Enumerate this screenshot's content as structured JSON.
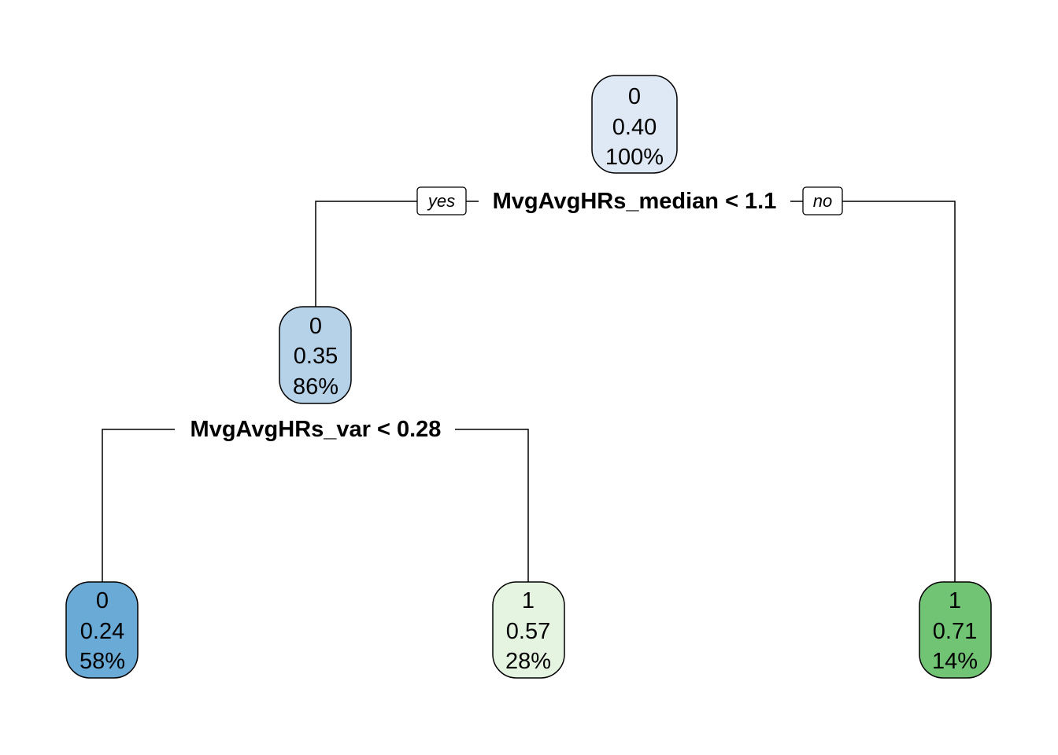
{
  "tree": {
    "root": {
      "class_label": "0",
      "prob": "0.40",
      "pct": "100%",
      "fill": "#dee9f5",
      "split": "MvgAvgHRs_median < 1.1",
      "yes_label": "yes",
      "no_label": "no"
    },
    "node_left": {
      "class_label": "0",
      "prob": "0.35",
      "pct": "86%",
      "fill": "#b6d2e8",
      "split": "MvgAvgHRs_var < 0.28"
    },
    "leaf_ll": {
      "class_label": "0",
      "prob": "0.24",
      "pct": "58%",
      "fill": "#6aaad6"
    },
    "leaf_lr": {
      "class_label": "1",
      "prob": "0.57",
      "pct": "28%",
      "fill": "#e5f4e1"
    },
    "leaf_r": {
      "class_label": "1",
      "prob": "0.71",
      "pct": "14%",
      "fill": "#72c475"
    }
  }
}
